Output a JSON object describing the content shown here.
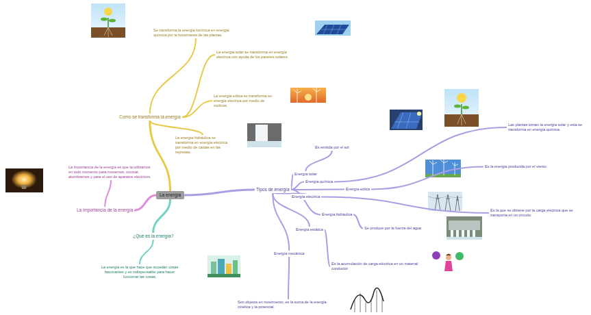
{
  "diagram": {
    "nodes": [
      {
        "text": [
          "La energía"
        ]
      },
      {
        "text": [
          "Como se transforma la energía"
        ]
      },
      {
        "text": [
          "Se transforma la energía lumínica en energía química por la fotosíntesis de las plantas."
        ]
      },
      {
        "text": [
          "La energía solar se transforma en energía eléctrica con ayuda de los paneles solares."
        ]
      },
      {
        "text": [
          "La energía eólica se transforma en energía eléctrica por medio de molinos."
        ]
      },
      {
        "text": [
          "La energía hidráulica se transforma en energía eléctrica por medio de caídas en las represas."
        ]
      },
      {
        "text": [
          "La importancia de la energía"
        ]
      },
      {
        "text": [
          "La importancia de la energía es que la utilizamos en todo momento para movernos, cocinar, alumbrarnos y para el uso de aparatos eléctricos."
        ]
      },
      {
        "text": [
          "¿Qué es la energía?"
        ]
      },
      {
        "text": [
          "La energía es la que hace que sucedan cosas fascinantes y es indispensable para hacer funcionar las cosas."
        ]
      },
      {
        "text": [
          "Tipos de energía"
        ]
      },
      {
        "text": [
          "Energía solar"
        ]
      },
      {
        "text": [
          "Energía química"
        ]
      },
      {
        "text": [
          "Energía eólica"
        ]
      },
      {
        "text": [
          "Energía eléctrica"
        ]
      },
      {
        "text": [
          "Energía hidráulica"
        ]
      },
      {
        "text": [
          "Energía estática"
        ]
      },
      {
        "text": [
          "Energía mecánica"
        ]
      },
      {
        "text": [
          "Es emitida por el sol"
        ]
      },
      {
        "text": [
          "Las plantas toman la energía solar y esta se transforma en energía química."
        ]
      },
      {
        "text": [
          "Es la energía producida por el viento"
        ]
      },
      {
        "text": [
          "Es la que se obtiene por la carga eléctrica que se transporta en un circuito."
        ]
      },
      {
        "text": [
          "Se produce por la fuerza del agua"
        ]
      },
      {
        "text": [
          "Es la acumulación de carga eléctrica en un material conductor"
        ]
      },
      {
        "text": [
          "Son objetos en movimiento, es la suma de la energía cinética y la potencial."
        ]
      }
    ],
    "edges": [
      {
        "from": 0,
        "to": 1,
        "arrow": "none"
      },
      {
        "from": 1,
        "to": 2,
        "arrow": "none"
      },
      {
        "from": 1,
        "to": 3,
        "arrow": "none"
      },
      {
        "from": 1,
        "to": 4,
        "arrow": "none"
      },
      {
        "from": 1,
        "to": 5,
        "arrow": "none"
      },
      {
        "from": 0,
        "to": 6,
        "arrow": "none"
      },
      {
        "from": 6,
        "to": 7,
        "arrow": "none"
      },
      {
        "from": 0,
        "to": 8,
        "arrow": "none"
      },
      {
        "from": 8,
        "to": 9,
        "arrow": "none"
      },
      {
        "from": 0,
        "to": 10,
        "arrow": "none"
      },
      {
        "from": 10,
        "to": 11,
        "arrow": "none"
      },
      {
        "from": 10,
        "to": 12,
        "arrow": "none"
      },
      {
        "from": 10,
        "to": 13,
        "arrow": "none"
      },
      {
        "from": 10,
        "to": 14,
        "arrow": "none"
      },
      {
        "from": 10,
        "to": 15,
        "arrow": "none"
      },
      {
        "from": 10,
        "to": 16,
        "arrow": "none"
      },
      {
        "from": 10,
        "to": 17,
        "arrow": "none"
      },
      {
        "from": 11,
        "to": 18,
        "arrow": "none"
      },
      {
        "from": 12,
        "to": 19,
        "arrow": "none"
      },
      {
        "from": 13,
        "to": 20,
        "arrow": "none"
      },
      {
        "from": 14,
        "to": 21,
        "arrow": "none"
      },
      {
        "from": 15,
        "to": 22,
        "arrow": "none"
      },
      {
        "from": 16,
        "to": 23,
        "arrow": "none"
      },
      {
        "from": 17,
        "to": 24,
        "arrow": "none"
      }
    ]
  }
}
